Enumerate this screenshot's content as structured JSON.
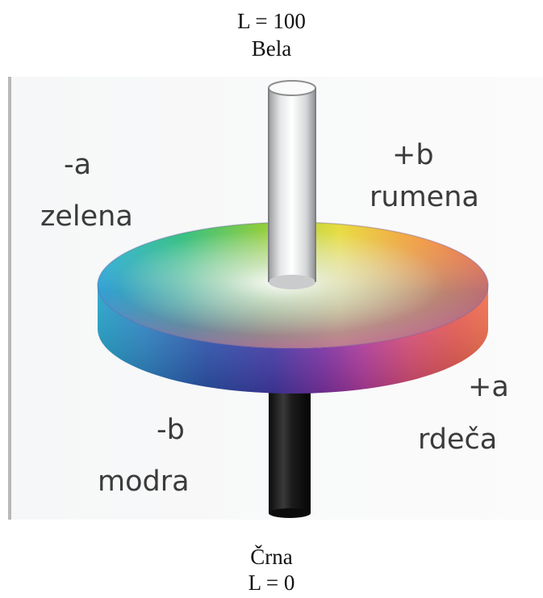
{
  "top": {
    "value_label": "L = 100",
    "name": "Bela"
  },
  "bottom": {
    "name": "Črna",
    "value_label": "L = 0"
  },
  "axes": {
    "neg_a": {
      "sign": "-a",
      "name": "zelena"
    },
    "pos_b": {
      "sign": "+b",
      "name": "rumena"
    },
    "pos_a": {
      "sign": "+a",
      "name": "rdeča"
    },
    "neg_b": {
      "sign": "-b",
      "name": "modra"
    }
  }
}
